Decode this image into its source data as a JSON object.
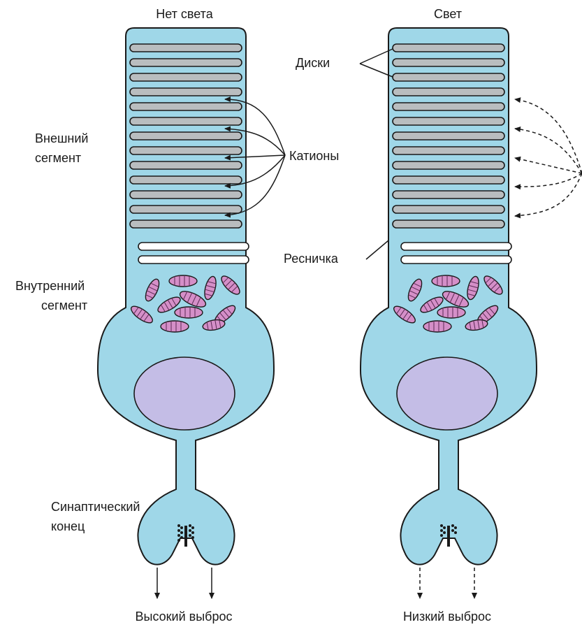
{
  "titles": {
    "dark": "Нет света",
    "light": "Свет"
  },
  "labels": {
    "outer_segment_line1": "Внешний",
    "outer_segment_line2": "сегмент",
    "inner_segment_line1": "Внутренний",
    "inner_segment_line2": "сегмент",
    "synaptic_line1": "Синаптический",
    "synaptic_line2": "конец",
    "cations": "Катионы",
    "discs": "Диски",
    "cilium": "Ресничка"
  },
  "outputs": {
    "dark": "Высокий выброс",
    "light": "Низкий выброс"
  },
  "colors": {
    "cell": "#9fd7e8",
    "disc": "#b9bdbf",
    "mitochondria": "#d58fc8",
    "nucleus": "#c4bde6",
    "outline": "#1a1a1a"
  }
}
